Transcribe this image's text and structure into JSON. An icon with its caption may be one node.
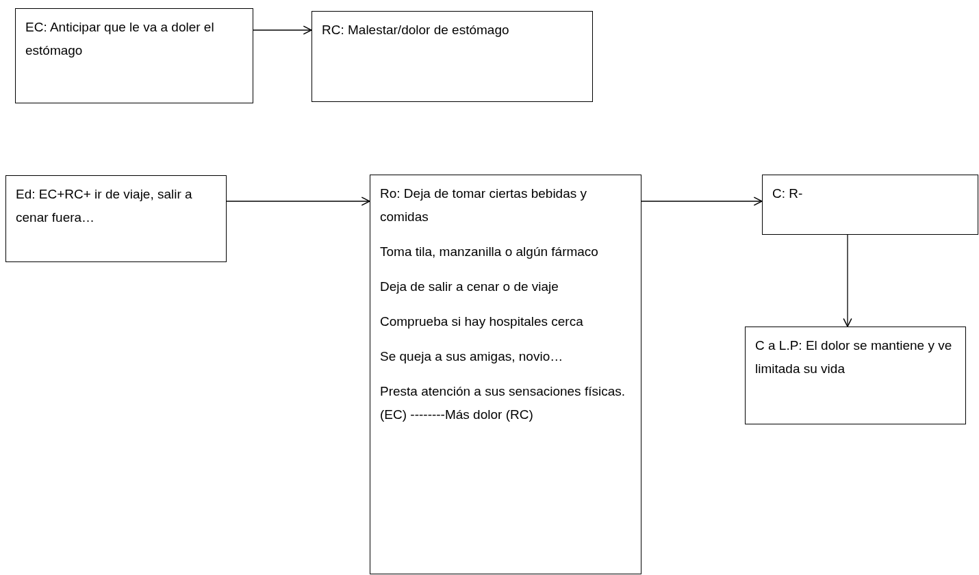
{
  "diagram": {
    "nodes": [
      {
        "text": [
          "EC: Anticipar que le va a doler el estómago"
        ]
      },
      {
        "text": [
          "RC: Malestar/dolor de estómago"
        ]
      },
      {
        "text": [
          "Ed: EC+RC+ ir de viaje, salir a cenar fuera…"
        ]
      },
      {
        "text": [
          "Ro: Deja de tomar ciertas bebidas y comidas",
          "Toma tila, manzanilla o algún fármaco",
          "Deja de salir a cenar o de viaje",
          "Comprueba si hay hospitales cerca",
          "Se queja a sus amigas, novio…",
          "Presta atención a sus sensaciones físicas. (EC) --------Más dolor (RC)"
        ]
      },
      {
        "text": [
          "C: R-"
        ]
      },
      {
        "text": [
          "C a L.P: El dolor se mantiene y ve limitada su vida"
        ]
      }
    ],
    "edges": [
      {
        "from": 0,
        "to": 1,
        "arrow": "to"
      },
      {
        "from": 2,
        "to": 3,
        "arrow": "to"
      },
      {
        "from": 3,
        "to": 4,
        "arrow": "to"
      },
      {
        "from": 4,
        "to": 5,
        "arrow": "to"
      }
    ]
  }
}
